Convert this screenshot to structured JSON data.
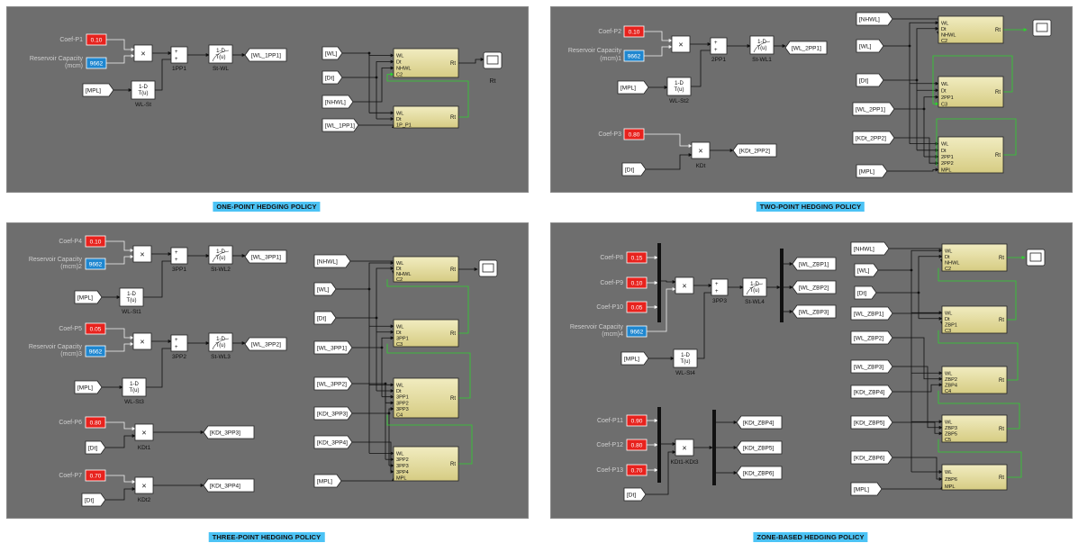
{
  "captions": {
    "one": "ONE-POINT HEDGING POLICY",
    "two": "TWO-POINT HEDGING POLICY",
    "three": "THREE-POINT HEDGING POLICY",
    "zone": "ZONE-BASED HEDGING POLICY"
  },
  "colors": {
    "panel": "#6e6e6e",
    "const_red": "#e8221d",
    "const_blue": "#1f87d0",
    "subsystem_fill": "#e4dc9c",
    "wire_green": "#2fd12f",
    "caption_bg": "#4cc3f5"
  },
  "p1": {
    "coef_label": "Coef-P1",
    "coef_value": "0.10",
    "res_label_1": "Reservoir Capacity",
    "res_label_2": "(mcm)",
    "res_value": "9662",
    "mpl": "[MPL]",
    "lut_top": "1-D",
    "lut_bot": "T(u)",
    "lut1_name": "WL-St",
    "sum_name": "1PP1",
    "lut2_name": "St-WL",
    "goto_wl": "[WL_1PP1]",
    "in_wl": "[WL]",
    "in_dt": "[Dt]",
    "in_nhwl": "[NHWL]",
    "in_wl1pp1": "[WL_1PP1]",
    "sub1_ports": [
      "WL",
      "Dt",
      "NHWL",
      "C2"
    ],
    "sub2_ports": [
      "WL",
      "Dt",
      "1P_P1"
    ],
    "rt": "Rt",
    "scope_name": "Rt"
  },
  "p2": {
    "coef_p2": "Coef-P2",
    "coef_p2_val": "0.10",
    "res_label_1": "Reservoir Capacity",
    "res_label_2": "(mcm)1",
    "res_value": "9662",
    "sum_name": "2PP1",
    "lut2_name": "St-WL1",
    "goto_wl": "[WL_2PP1]",
    "mpl": "[MPL]",
    "lut_top": "1-D",
    "lut_bot": "T(u)",
    "lut1_name": "WL-St2",
    "coef_p3": "Coef-P3",
    "coef_p3_val": "0.80",
    "dt": "[Dt]",
    "kdt_name": "KDt",
    "goto_kdt": "[KDt_2PP2]",
    "in_nhwl": "[NHWL]",
    "in_wl": "[WL]",
    "in_dt": "[Dt]",
    "in_wl2pp1": "[WL_2PP1]",
    "in_kdt": "[KDt_2PP2]",
    "in_mpl": "[MPL]",
    "sub1_ports": [
      "WL",
      "Dt",
      "NHWL",
      "C2"
    ],
    "sub2_ports": [
      "WL",
      "Dt",
      "2PP1",
      "C3"
    ],
    "sub3_ports": [
      "WL",
      "Dt",
      "2PP1",
      "2PP2",
      "MPL"
    ],
    "rt": "Rt"
  },
  "p3": {
    "coef_p4": "Coef-P4",
    "coef_p4_val": "0.10",
    "res1_l1": "Reservoir Capacity",
    "res1_l2": "(mcm)2",
    "res_value": "9662",
    "sum1": "3PP1",
    "lut_a": "St-WL2",
    "goto1": "[WL_3PP1]",
    "mpl": "[MPL]",
    "lut_top": "1-D",
    "lut_bot": "T(u)",
    "wlst1": "WL-St1",
    "coef_p5": "Coef-P5",
    "coef_p5_val": "0.05",
    "res2_l1": "Reservoir Capacity",
    "res2_l2": "(mcm)3",
    "sum2": "3PP2",
    "lut_b": "St-WL3",
    "goto2": "[WL_3PP2]",
    "wlst3": "WL-St3",
    "coef_p6": "Coef-P6",
    "coef_p6_val": "0.80",
    "dt": "[Dt]",
    "kdt1": "KDt1",
    "goto3": "[KDt_3PP3]",
    "coef_p7": "Coef-P7",
    "coef_p7_val": "0.70",
    "kdt2": "KDt2",
    "goto4": "[KDt_3PP4]",
    "in_nhwl": "[NHWL]",
    "in_wl": "[WL]",
    "in_dt": "[Dt]",
    "in_wl3pp1": "[WL_3PP1]",
    "in_wl3pp2": "[WL_3PP2]",
    "in_kdt3": "[KDt_3PP3]",
    "in_kdt4": "[KDt_3PP4]",
    "in_mpl": "[MPL]",
    "sub1_ports": [
      "WL",
      "Dt",
      "NHWL",
      "C2"
    ],
    "sub2_ports": [
      "WL",
      "Dt",
      "3PP1",
      "C3"
    ],
    "sub3_ports": [
      "WL",
      "Dt",
      "3PP1",
      "3PP2",
      "3PP3",
      "C4"
    ],
    "sub4_ports": [
      "WL",
      "3PP2",
      "3PP3",
      "3PP4",
      "MPL"
    ],
    "rt": "Rt"
  },
  "p4": {
    "coef_p8": "Coef-P8",
    "coef_p8_val": "0.15",
    "coef_p9": "Coef-P9",
    "coef_p9_val": "0.10",
    "coef_p10": "Coef-P10",
    "coef_p10_val": "0.05",
    "res_l1": "Reservoir Capacity",
    "res_l2": "(mcm)4",
    "res_value": "9662",
    "sum": "3PP3",
    "lut2": "St-WL4",
    "mpl": "[MPL]",
    "lut_top": "1-D",
    "lut_bot": "T(u)",
    "wlst4": "WL-St4",
    "goto_b1": "[WL_ZBP1]",
    "goto_b2": "[WL_ZBP2]",
    "goto_b3": "[WL_ZBP3]",
    "coef_p11": "Coef-P11",
    "coef_p11_val": "0.90",
    "coef_p12": "Coef-P12",
    "coef_p12_val": "0.80",
    "coef_p13": "Coef-P13",
    "coef_p13_val": "0.70",
    "dt": "[Dt]",
    "kdt": "KDt1-KDt3",
    "goto_k4": "[KDt_ZBP4]",
    "goto_k5": "[KDt_ZBP5]",
    "goto_k6": "[KDt_ZBP6]",
    "in_nhwl": "[NHWL]",
    "in_wl": "[WL]",
    "in_dt": "[Dt]",
    "in_zbp1": "[WL_ZBP1]",
    "in_zbp2": "[WL_ZBP2]",
    "in_zbp3": "[WL_ZBP3]",
    "in_k4": "[KDt_ZBP4]",
    "in_k5": "[KDt_ZBP5]",
    "in_k6": "[KDt_ZBP6]",
    "in_mpl": "[MPL]",
    "sub1_ports": [
      "WL",
      "Dt",
      "NHWL",
      "C2"
    ],
    "sub2_ports": [
      "WL",
      "Dt",
      "ZBP1",
      "C3"
    ],
    "sub3_ports": [
      "WL",
      "ZBP2",
      "ZBP4",
      "C4"
    ],
    "sub4_ports": [
      "WL",
      "ZBP3",
      "ZBP5",
      "C5"
    ],
    "sub5_ports": [
      "WL",
      "ZBP6",
      "MPL"
    ],
    "rt": "Rt"
  }
}
